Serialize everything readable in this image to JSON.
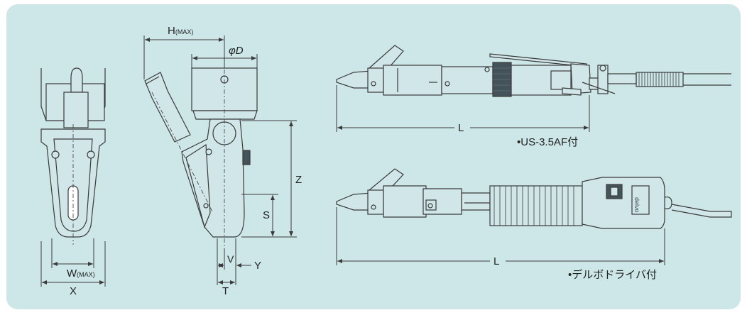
{
  "colors": {
    "panel_bg": "#cde7e8",
    "line": "#3a3a3a",
    "fill_light": "#d0e6e8",
    "fill_dark": "#44525a"
  },
  "labels": {
    "h_main": "H",
    "h_sub": "(MAX)",
    "phi_d": "φD",
    "z": "Z",
    "s": "S",
    "v": "V",
    "y": "Y",
    "t": "T",
    "w_main": "W",
    "w_sub": "(MAX)",
    "x": "X",
    "l_top": "L",
    "l_bottom": "L",
    "caption_top": "•US-3.5AF付",
    "caption_bottom": "•デルボドライバ付",
    "logo": "delvo"
  }
}
